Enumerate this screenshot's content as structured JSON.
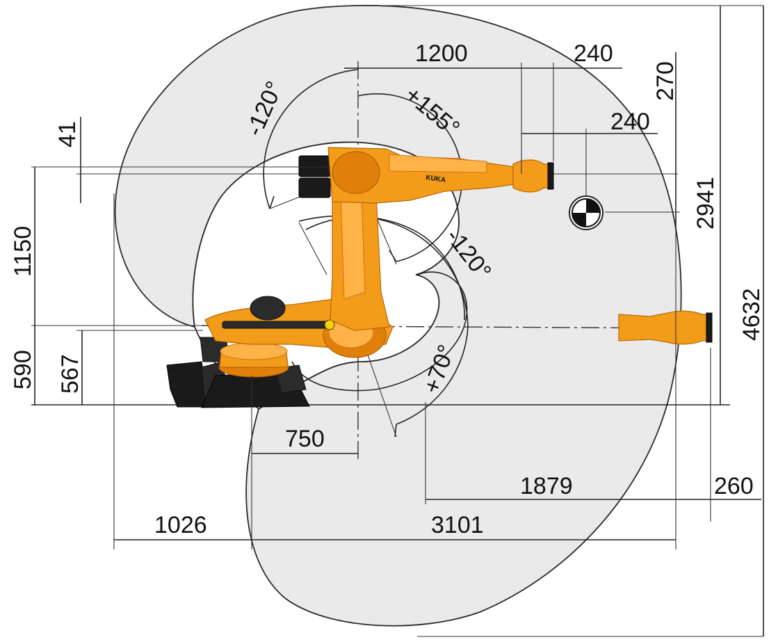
{
  "dimensions": {
    "top_1200": "1200",
    "top_240a": "240",
    "top_240b": "240",
    "right_270": "270",
    "right_2941": "2941",
    "right_4632": "4632",
    "left_41": "41",
    "left_1150": "1150",
    "left_590": "590",
    "left_567": "567",
    "bottom_750": "750",
    "bottom_1879": "1879",
    "bottom_260": "260",
    "bottom_1026": "1026",
    "bottom_3101": "3101"
  },
  "angles": {
    "a1_minus120": "-120°",
    "a1_plus155": "+155°",
    "a2_minus120": "-120°",
    "a2_plus70": "+70°"
  },
  "brand": "KUKA",
  "colors": {
    "robot_orange": "#f39c1a",
    "envelope_fill": "#eaeaea",
    "base_dark": "#2b2b2b"
  }
}
